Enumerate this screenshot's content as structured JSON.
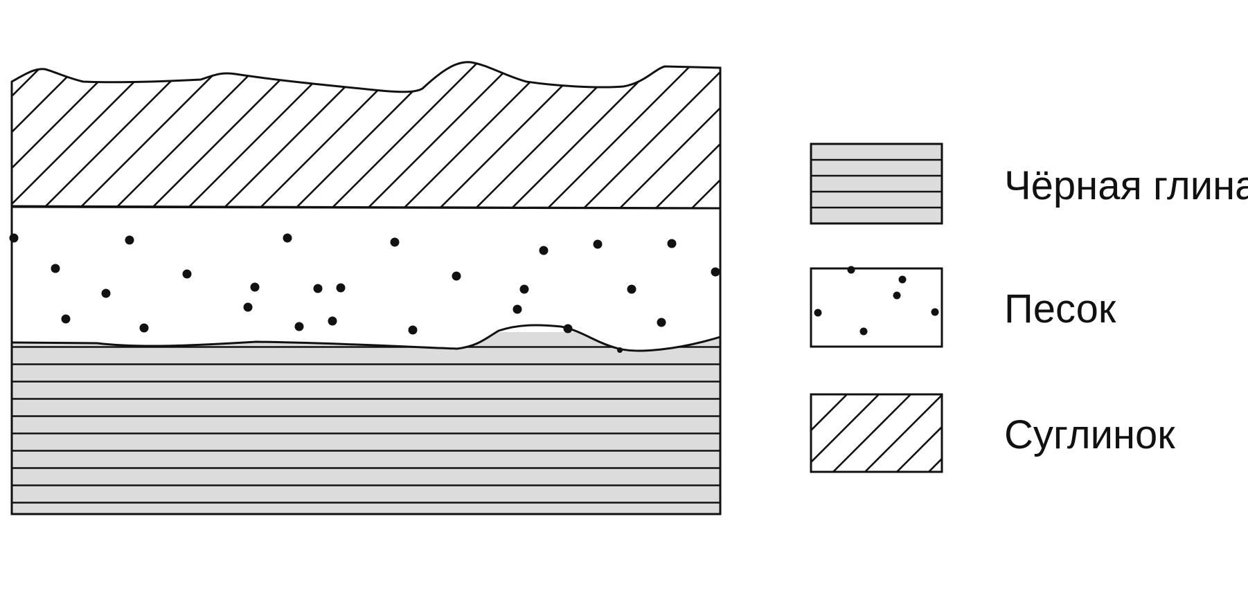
{
  "legend": [
    {
      "pattern": "horizontal-lines",
      "label": "Чёрная глина"
    },
    {
      "pattern": "dots",
      "label": "Песок"
    },
    {
      "pattern": "diagonal-hatch",
      "label": "Суглинок"
    }
  ],
  "colors": {
    "stroke": "#111111",
    "clay_fill": "#dcdcdc",
    "background": "#ffffff"
  }
}
